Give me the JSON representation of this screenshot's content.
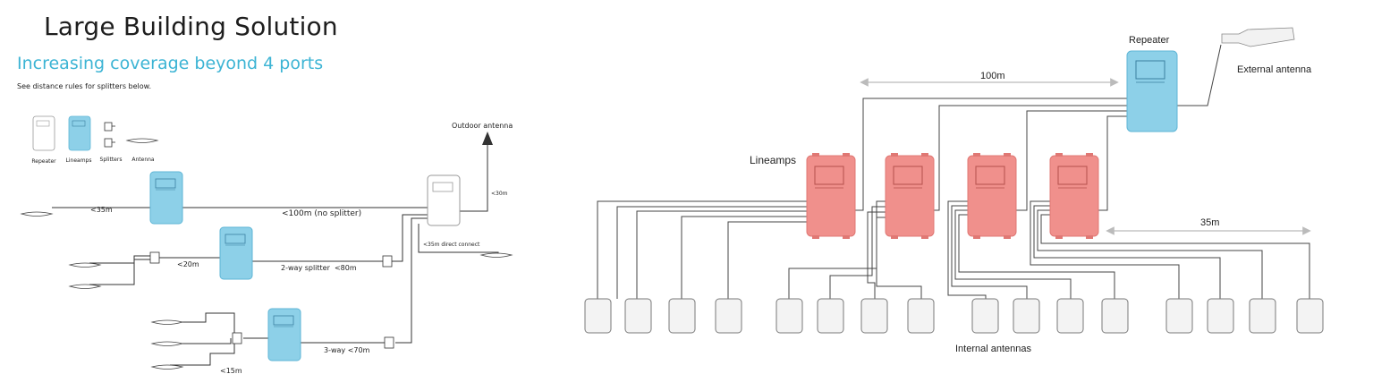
{
  "header": {
    "title": "Large Building Solution",
    "subtitle": "Increasing coverage beyond 4 ports",
    "note": "See distance rules for splitters below."
  },
  "legend": {
    "repeater": "Repeater",
    "lineamps": "Lineamps",
    "splitters": "Splitters",
    "antenna": "Antenna"
  },
  "left_diagram": {
    "outdoor_antenna": "Outdoor antenna",
    "lt30m": "<30m",
    "lt35m": "<35m",
    "no_splitter": "<100m (no splitter)",
    "lt20m": "<20m",
    "two_way": "2-way splitter  <80m",
    "three_way": "3-way <70m",
    "lt15m": "<15m",
    "direct_connect": "<35m direct connect"
  },
  "right_diagram": {
    "repeater": "Repeater",
    "external_antenna": "External antenna",
    "dist_100m": "100m",
    "lineamps": "Lineamps",
    "dist_35m": "35m",
    "internal_antennas": "Internal antennas"
  },
  "colors": {
    "blue_unit": "#8dd0e8",
    "red_unit": "#f0908c",
    "accent_text": "#3cb4d4",
    "line": "#333333"
  },
  "icons": [
    "repeater-icon",
    "lineamp-icon",
    "splitter-icon",
    "antenna-icon",
    "arrow-up-icon"
  ]
}
